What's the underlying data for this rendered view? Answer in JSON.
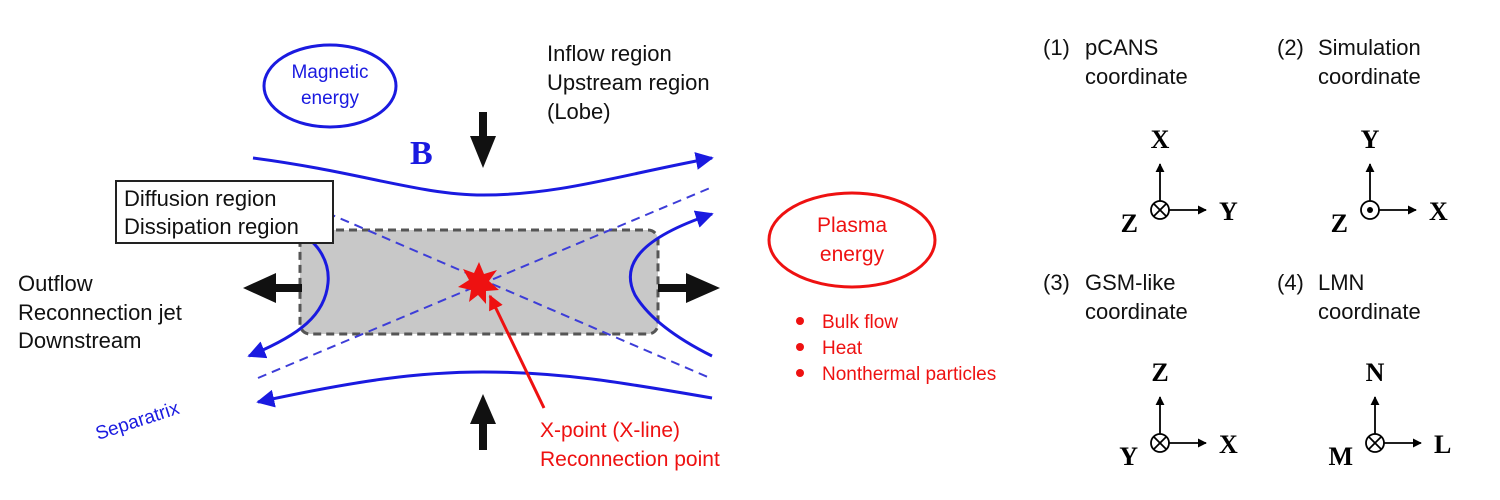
{
  "labels": {
    "magnetic_energy": [
      "Magnetic",
      "energy"
    ],
    "inflow": [
      "Inflow region",
      "Upstream region",
      "(Lobe)"
    ],
    "b_field": "B",
    "diffusion": [
      "Diffusion region",
      "Dissipation region"
    ],
    "outflow": [
      "Outflow",
      "Reconnection jet",
      "Downstream"
    ],
    "separatrix": "Separatrix",
    "xpoint": [
      "X-point (X-line)",
      "Reconnection point"
    ],
    "plasma_energy": [
      "Plasma",
      "energy"
    ],
    "plasma_items": [
      "Bulk flow",
      "Heat",
      "Nonthermal particles"
    ]
  },
  "coordinates": [
    {
      "number": "(1)",
      "name": [
        "pCANS",
        "coordinate"
      ],
      "up": "X",
      "right": "Y",
      "out": "Z",
      "symbol": "into"
    },
    {
      "number": "(2)",
      "name": [
        "Simulation",
        "coordinate"
      ],
      "up": "Y",
      "right": "X",
      "out": "Z",
      "symbol": "out"
    },
    {
      "number": "(3)",
      "name": [
        "GSM-like",
        "coordinate"
      ],
      "up": "Z",
      "right": "X",
      "out": "Y",
      "symbol": "into"
    },
    {
      "number": "(4)",
      "name": [
        "LMN",
        "coordinate"
      ],
      "up": "N",
      "right": "L",
      "out": "M",
      "symbol": "into"
    }
  ],
  "colors": {
    "field_line": "#1a1ae0",
    "separatrix_dash": "#3d3dd8",
    "red": "#ee1111",
    "region_fill": "#c8c8c8",
    "black": "#111111"
  }
}
